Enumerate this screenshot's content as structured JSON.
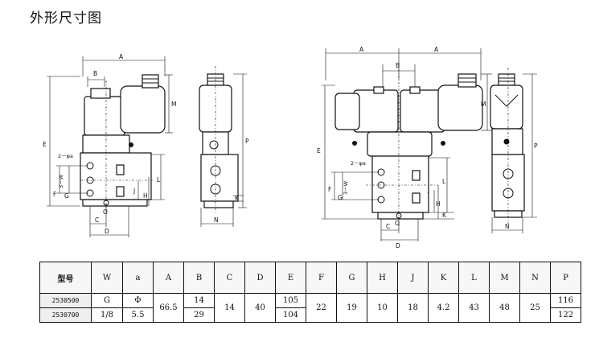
{
  "page": {
    "title": "外形尺寸图"
  },
  "drawing": {
    "dim_labels": {
      "A": "A",
      "B": "B",
      "M": "M",
      "E": "E",
      "P": "P",
      "phi": "2－φa",
      "W": "3－W",
      "F": "F",
      "G": "G",
      "H": "H",
      "J": "J",
      "L": "L",
      "K": "K",
      "C": "C",
      "D": "D",
      "O": "O",
      "N": "N"
    }
  },
  "table": {
    "headers": [
      "型号",
      "W",
      "a",
      "A",
      "B",
      "C",
      "D",
      "E",
      "F",
      "G",
      "H",
      "J",
      "K",
      "L",
      "M",
      "N",
      "P"
    ],
    "rows": [
      {
        "model": "2530500",
        "W": "G",
        "a": "Φ",
        "A": "66.5",
        "B": "14",
        "C": "14",
        "D": "40",
        "E": "105",
        "F": "22",
        "G": "19",
        "H": "10",
        "J": "18",
        "K": "4.2",
        "L": "43",
        "M": "48",
        "N": "25",
        "P": "116"
      },
      {
        "model": "2530700",
        "W": "1/8",
        "a": "5.5",
        "B": "29",
        "E": "104",
        "P": "122"
      }
    ]
  }
}
